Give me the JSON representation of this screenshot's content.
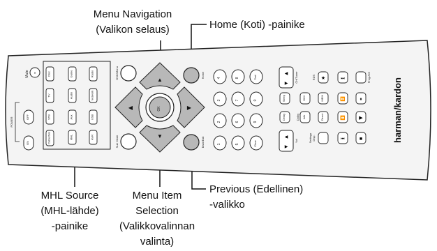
{
  "callouts": {
    "menu_nav": [
      "Menu Navigation",
      "(Valikon selaus)"
    ],
    "home": [
      "Home (Koti) -painike"
    ],
    "mhl": [
      "MHL Source",
      "(MHL-lähde)",
      "-painike"
    ],
    "menu_item": [
      "Menu Item",
      "Selection",
      "(Valikkovalinnan",
      "valinta)"
    ],
    "previous": [
      "Previous (Edellinen)",
      "-valikko"
    ]
  },
  "remote": {
    "brand": "harman/kardon",
    "mute": "Mute",
    "power": "POWER",
    "on": "ON",
    "off": "OFF",
    "source_left": [
      "Disc",
      "TV",
      "STB",
      "Cable/Sat"
    ],
    "source_mid": [
      "Game",
      "Audio",
      "Aux",
      "MHL"
    ],
    "source_right": [
      "Radio",
      "Network",
      "USB",
      "AVR"
    ],
    "osd_menu": "OSD/Menu",
    "surr_mode": "Surr Mode",
    "home": "Home",
    "back_exit": "Back/Exit",
    "ok": "OK",
    "digits_a": [
      "4",
      "3",
      "2",
      "1"
    ],
    "digits_b": [
      "8",
      "7",
      "6",
      "5"
    ],
    "digits_c": [
      "Test",
      "0",
      "9",
      "Clear"
    ],
    "ch_tuner": "CH/Tuner",
    "rds": "RDS",
    "dim": "DIM",
    "mem": "MEM",
    "sleep": "Sleep",
    "info": "Info",
    "delay": "Delay",
    "direct": "Direct",
    "vol": "Vol",
    "dolby": "Dolby",
    "disp": "Disp.",
    "prog_ch": "Prog./CH",
    "settings": "Settings"
  }
}
